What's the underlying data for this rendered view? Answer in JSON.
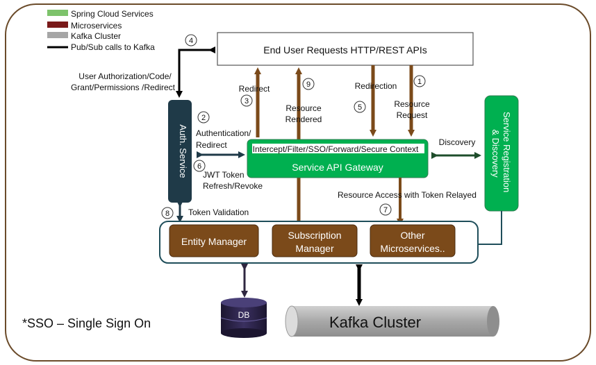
{
  "legend": [
    {
      "label": "Spring Cloud Services",
      "color": "#7dc36b"
    },
    {
      "label": "Microservices",
      "color": "#7a1a1a"
    },
    {
      "label": "Kafka Cluster",
      "color": "#a6a6a6"
    },
    {
      "label": "Pub/Sub calls to Kafka",
      "color": "#000000"
    }
  ],
  "nodes": {
    "end_user": "End User Requests HTTP/REST APIs",
    "gateway_header": "Intercept/Filter/SSO/Forward/Secure Context",
    "gateway": "Service API Gateway",
    "auth_service": "Auth. Service",
    "registry": "Service Registration & Discovery",
    "entity_manager": "Entity Manager",
    "subscription_manager_1": "Subscription",
    "subscription_manager_2": "Manager",
    "other_ms_1": "Other",
    "other_ms_2": "Microservices..",
    "db": "DB",
    "kafka": "Kafka Cluster"
  },
  "labels": {
    "user_auth_1": "User Authorization/Code/",
    "user_auth_2": "Grant/Permissions /Redirect",
    "redirect": "Redirect",
    "resource_rendered_1": "Resource",
    "resource_rendered_2": "Rendered",
    "redirection": "Redirection",
    "resource_request_1": "Resource",
    "resource_request_2": "Request",
    "authentication_1": "Authentication/",
    "authentication_2": "Redirect",
    "jwt_1": "JWT Token",
    "jwt_2": "Refresh/Revoke",
    "discovery": "Discovery",
    "resource_access": "Resource Access with Token Relayed",
    "token_validation": "Token Validation",
    "footnote": "*SSO – Single Sign On"
  },
  "steps": [
    "1",
    "2",
    "3",
    "4",
    "5",
    "6",
    "7",
    "8",
    "9"
  ],
  "colors": {
    "green": "#00b050",
    "green_dark": "#0a7a3a",
    "brown": "#7b4a1a",
    "navy": "#1f3a48",
    "teal_border": "#1f4e5a",
    "frame": "#6b4b2a"
  }
}
